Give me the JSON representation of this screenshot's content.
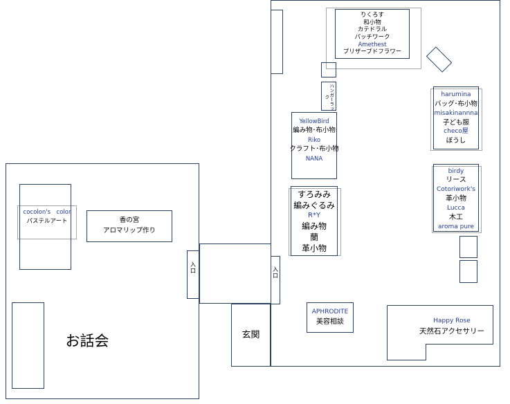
{
  "rooms": {
    "talk_label": "お話会",
    "entrance_label": "玄関",
    "left_door_label": "入口",
    "right_door_label": "入口"
  },
  "booths": {
    "top": [
      "りくろす",
      "和小物",
      "カテドラル",
      "パッチワーク",
      "Amethest",
      "プリザーブドフラワー"
    ],
    "hanger": "ハンガーラック",
    "yellowbird": [
      "YellowBird",
      "編み物･布小物",
      "Riko",
      "クラフト･布小物",
      "NANA"
    ],
    "suromimi": [
      "すろみみ",
      "編みぐるみ",
      "R*Y",
      "編み物",
      "蘭",
      "革小物"
    ],
    "harumina": [
      "harumina",
      "バッグ･布小物",
      "misakinannna",
      "子ども服",
      "checo屋",
      "ぼうし"
    ],
    "birdy": [
      "birdy",
      "リース",
      "Cotoriwork's",
      "革小物",
      "Lucca",
      "木工",
      "aroma pure"
    ],
    "aphrodite": [
      "APHRODITE",
      "美容相談"
    ],
    "happyrose": [
      "Happy Rose",
      "天然石アクセサリー"
    ],
    "cocolon": [
      "cocolon's　color",
      "パステルアート"
    ],
    "kanomiya": [
      "香の宮",
      "アロマリップ作り"
    ]
  }
}
